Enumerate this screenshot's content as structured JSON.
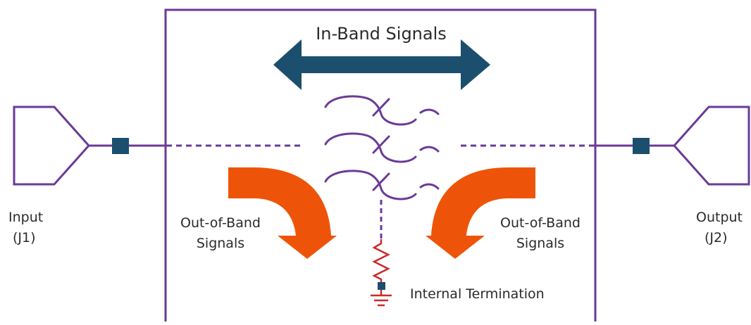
{
  "diagram": {
    "in_band_label": "In-Band Signals",
    "input": {
      "line1": "Input",
      "line2": "(J1)"
    },
    "output": {
      "line1": "Output",
      "line2": "(J2)"
    },
    "out_of_band_left": {
      "line1": "Out-of-Band",
      "line2": "Signals"
    },
    "out_of_band_right": {
      "line1": "Out-of-Band",
      "line2": "Signals"
    },
    "termination_label": "Internal Termination"
  },
  "colors": {
    "box_border": "#6a3a98",
    "arrow_blue": "#1c4e6e",
    "arrow_orange": "#ee5409",
    "resistor": "#cc2a2a",
    "ground": "#cc2a2a",
    "connector": "#1c4e6e",
    "text": "#2a2a2a"
  }
}
